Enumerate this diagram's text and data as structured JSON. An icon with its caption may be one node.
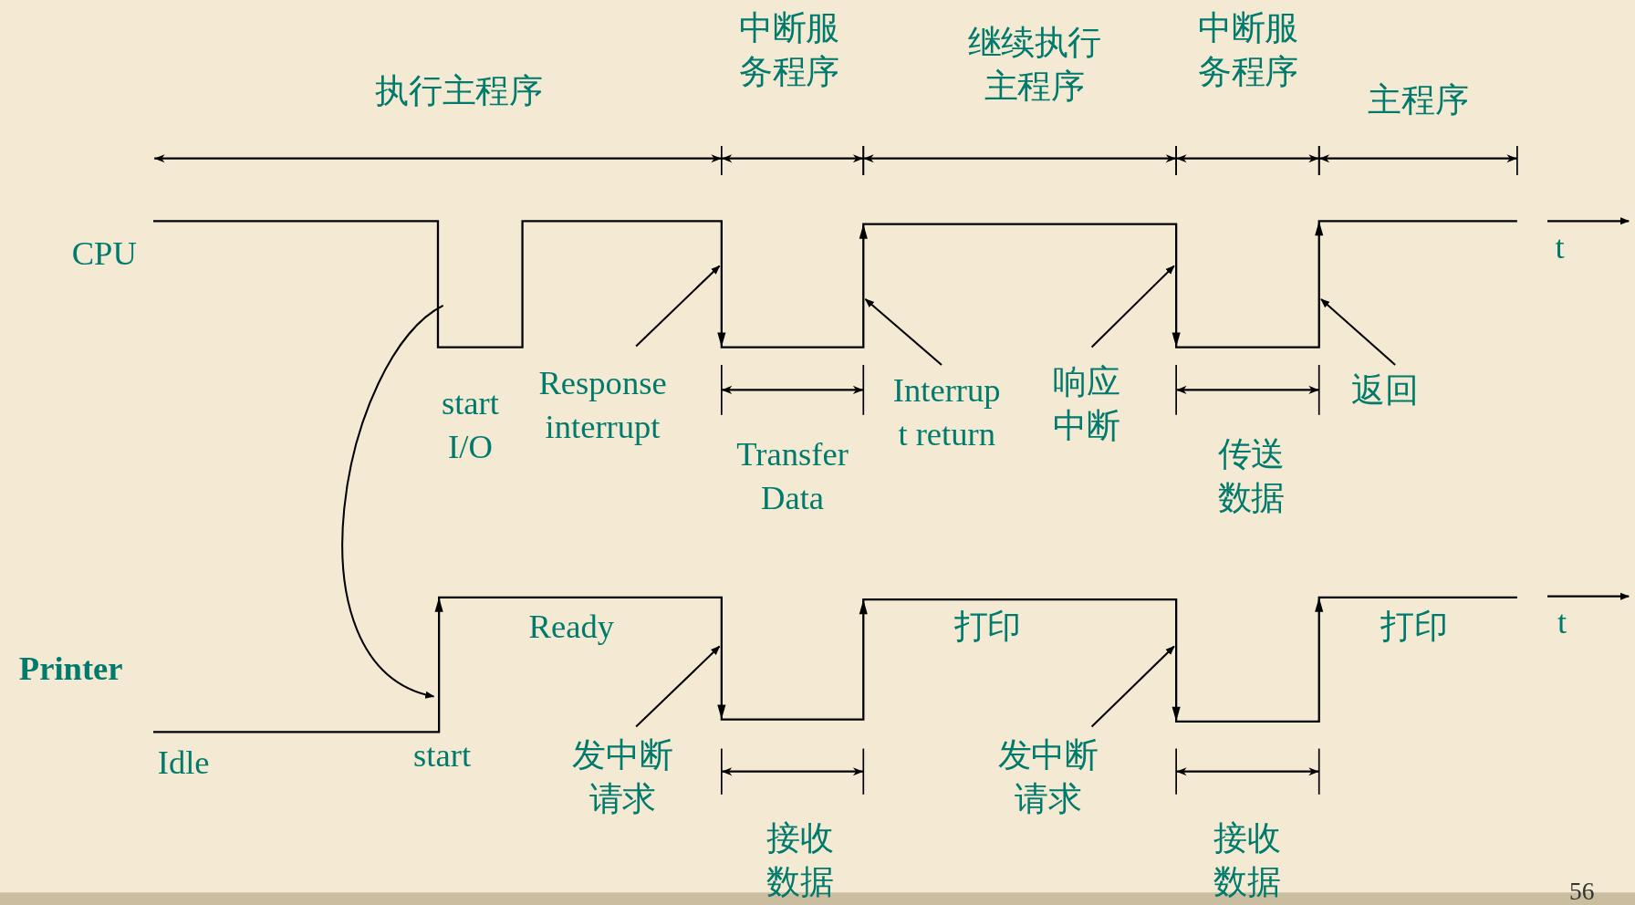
{
  "diagram": {
    "nodes": [
      {
        "text": [],
        "shape": "waveform"
      },
      {
        "text": [
          "Response interrupt"
        ]
      },
      {
        "text": [
          "Interrup t return"
        ]
      },
      {
        "text": [
          "响应中断"
        ]
      },
      {
        "text": [
          "返回"
        ]
      },
      {
        "text": [],
        "shape": "waveform"
      },
      {
        "text": [
          "发中断请求"
        ]
      },
      {
        "text": [
          "发中断请求"
        ]
      }
    ],
    "edges": [
      {
        "from": 1,
        "to": 0,
        "arrow": "to"
      },
      {
        "from": 2,
        "to": 0,
        "arrow": "to"
      },
      {
        "from": 3,
        "to": 0,
        "arrow": "to"
      },
      {
        "from": 4,
        "to": 0,
        "arrow": "to"
      },
      {
        "from": 6,
        "to": 5,
        "arrow": "to"
      },
      {
        "from": 7,
        "to": 5,
        "arrow": "to"
      },
      {
        "from": 0,
        "to": 5,
        "arrow": "to"
      }
    ],
    "labels": [
      "执行主程序",
      "中断服务程序",
      "继续执行主程序",
      "中断服务程序",
      "主程序",
      "CPU",
      "t",
      "start I/O",
      "Transfer Data",
      "传送数据",
      "Ready",
      "打印",
      "打印",
      "t",
      "Printer",
      "Idle",
      "start",
      "接收数据",
      "接收数据",
      "56"
    ]
  }
}
